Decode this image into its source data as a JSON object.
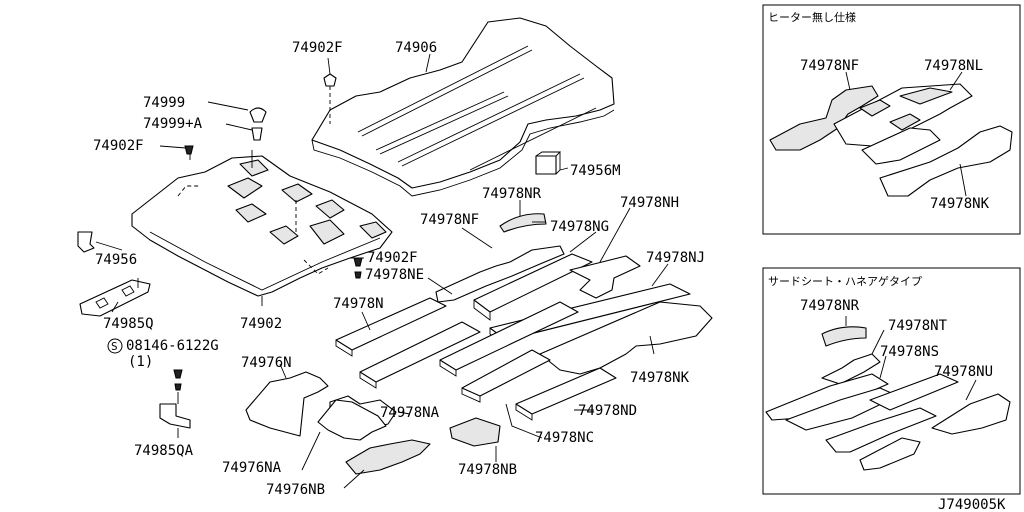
{
  "diagram": {
    "drawing_id": "J749005K",
    "main_labels": {
      "l74902F_top": "74902F",
      "l74906": "74906",
      "l74999": "74999",
      "l74999A": "74999+A",
      "l74902F_left": "74902F",
      "l74956M": "74956M",
      "l74978NR": "74978NR",
      "l74978NF": "74978NF",
      "l74978NG": "74978NG",
      "l74978NH": "74978NH",
      "l74956": "74956",
      "l74902F_mid": "74902F",
      "l74978NE": "74978NE",
      "l74978NJ": "74978NJ",
      "l74985Q": "74985Q",
      "l74902": "74902",
      "l74978N": "74978N",
      "l08146": "08146-6122G",
      "l08146_qty": "(1)",
      "l74976N": "74976N",
      "l74978NK": "74978NK",
      "l74978NA": "74978NA",
      "l74978ND": "74978ND",
      "l74978NC": "74978NC",
      "l74985QA": "74985QA",
      "l74976NA": "74976NA",
      "l74978NB": "74978NB",
      "l74976NB": "74976NB"
    },
    "inset_top": {
      "title": "ヒーター無し仕様",
      "labels": {
        "l74978NF": "74978NF",
        "l74978NL": "74978NL",
        "l74978NK": "74978NK"
      }
    },
    "inset_bottom": {
      "title": "サードシート・ハネアゲタイプ",
      "labels": {
        "l74978NR": "74978NR",
        "l74978NT": "74978NT",
        "l74978NS": "74978NS",
        "l74978NU": "74978NU"
      }
    },
    "symbols": {
      "screw_marker": "S"
    }
  }
}
